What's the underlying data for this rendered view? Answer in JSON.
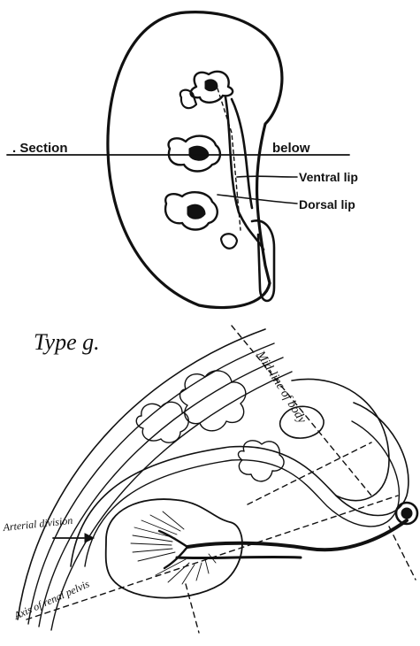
{
  "upper_figure": {
    "labels": {
      "section": ". Section",
      "below": "below",
      "ventral_lip": "Ventral lip",
      "dorsal_lip": "Dorsal lip"
    }
  },
  "lower_figure": {
    "title": "Type g.",
    "labels": {
      "midline": "Mid-line of body",
      "arterial_division": "Arterial division",
      "axis_renal_pelvis": "Axis of renal pelvis"
    }
  }
}
